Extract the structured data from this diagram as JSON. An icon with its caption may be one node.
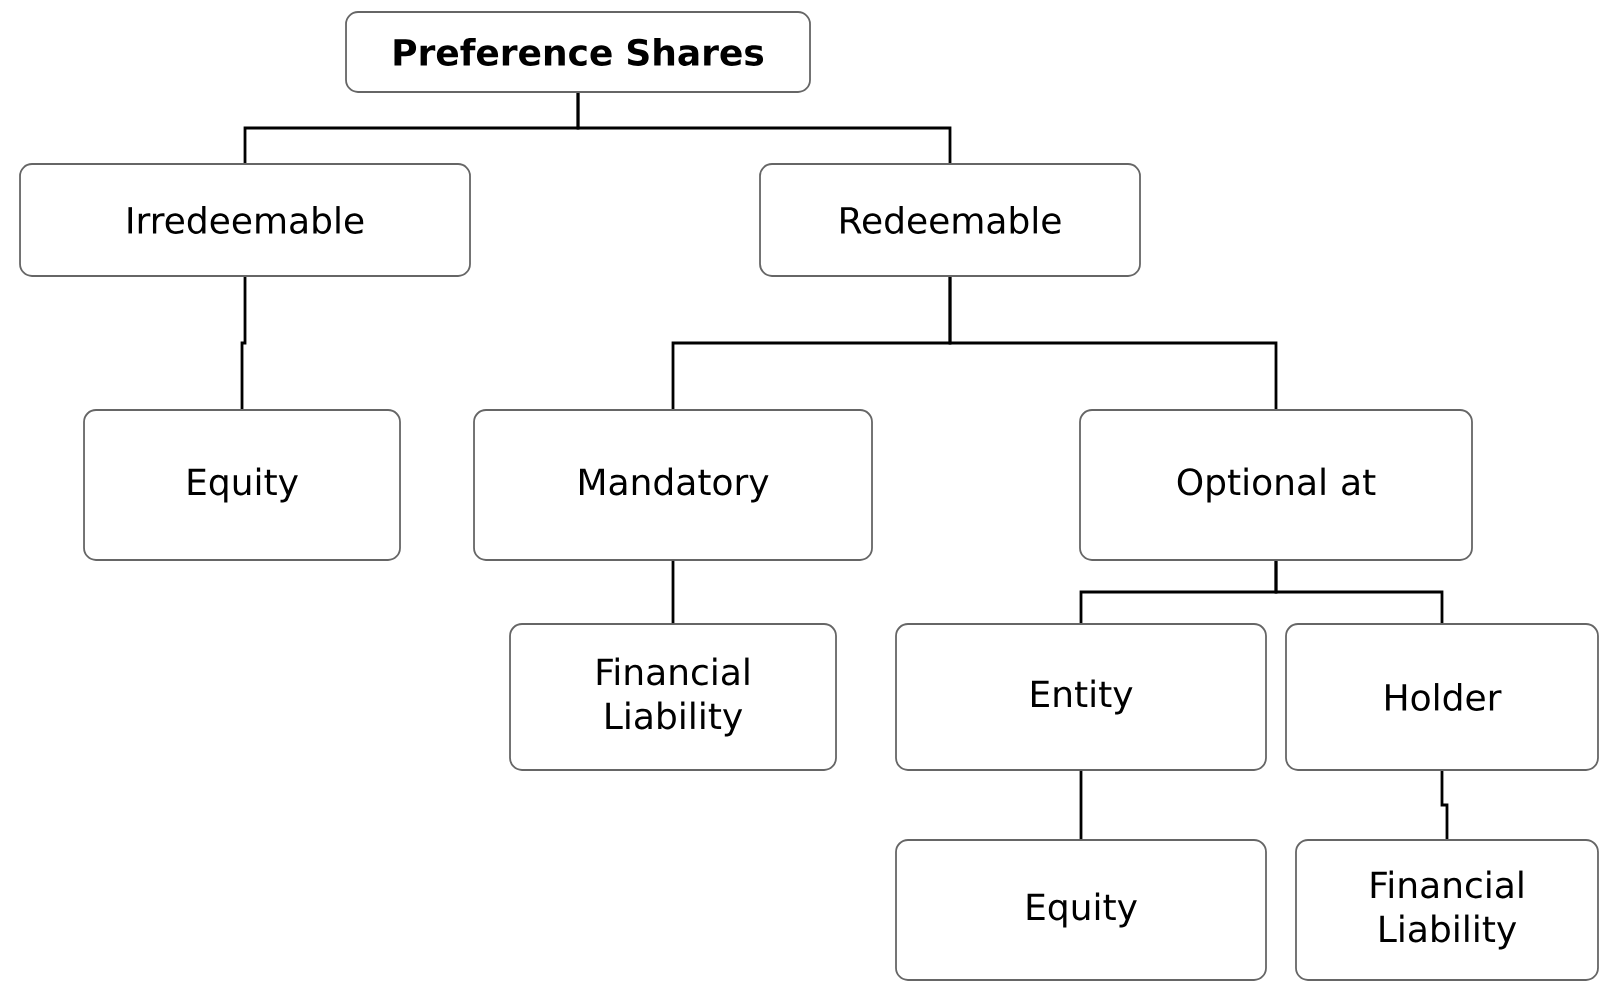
{
  "diagram": {
    "nodes": [
      {
        "text": [
          "Preference Shares"
        ]
      },
      {
        "text": [
          "Irredeemable"
        ]
      },
      {
        "text": [
          "Redeemable"
        ]
      },
      {
        "text": [
          "Equity"
        ]
      },
      {
        "text": [
          "Mandatory"
        ]
      },
      {
        "text": [
          "Optional at"
        ]
      },
      {
        "text": [
          "Financial Liability"
        ]
      },
      {
        "text": [
          "Entity"
        ]
      },
      {
        "text": [
          "Holder"
        ]
      },
      {
        "text": [
          "Equity"
        ]
      },
      {
        "text": [
          "Financial Liability"
        ]
      }
    ],
    "edges": [
      {
        "from": 0,
        "to": 1,
        "arrow": "none"
      },
      {
        "from": 0,
        "to": 2,
        "arrow": "none"
      },
      {
        "from": 1,
        "to": 3,
        "arrow": "none"
      },
      {
        "from": 2,
        "to": 4,
        "arrow": "none"
      },
      {
        "from": 2,
        "to": 5,
        "arrow": "none"
      },
      {
        "from": 4,
        "to": 6,
        "arrow": "none"
      },
      {
        "from": 5,
        "to": 7,
        "arrow": "none"
      },
      {
        "from": 5,
        "to": 8,
        "arrow": "none"
      },
      {
        "from": 7,
        "to": 9,
        "arrow": "none"
      },
      {
        "from": 8,
        "to": 10,
        "arrow": "none"
      }
    ]
  }
}
